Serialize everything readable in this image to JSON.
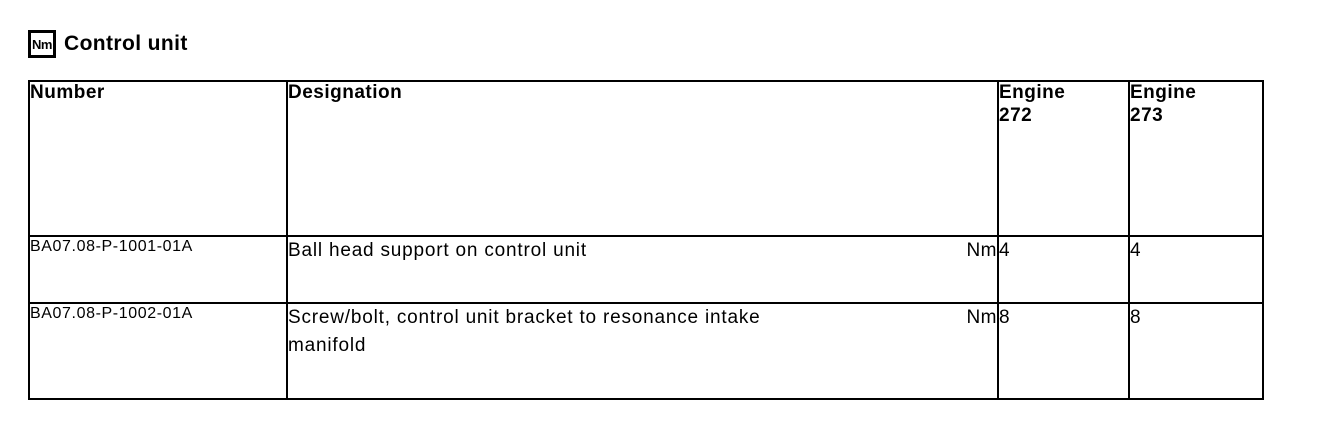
{
  "header": {
    "icon_label": "Nm",
    "title": "Control unit"
  },
  "table": {
    "columns": [
      {
        "label": "Number"
      },
      {
        "label": "Designation"
      },
      {
        "label": "Engine\n272"
      },
      {
        "label": "Engine\n273"
      }
    ],
    "rows": [
      {
        "number": "BA07.08-P-1001-01A",
        "designation": "Ball head support on control unit",
        "unit": "Nm",
        "engine_272": "4",
        "engine_273": "4"
      },
      {
        "number": "BA07.08-P-1002-01A",
        "designation": "Screw/bolt, control unit bracket to resonance intake manifold",
        "unit": "Nm",
        "engine_272": "8",
        "engine_273": "8"
      }
    ]
  }
}
